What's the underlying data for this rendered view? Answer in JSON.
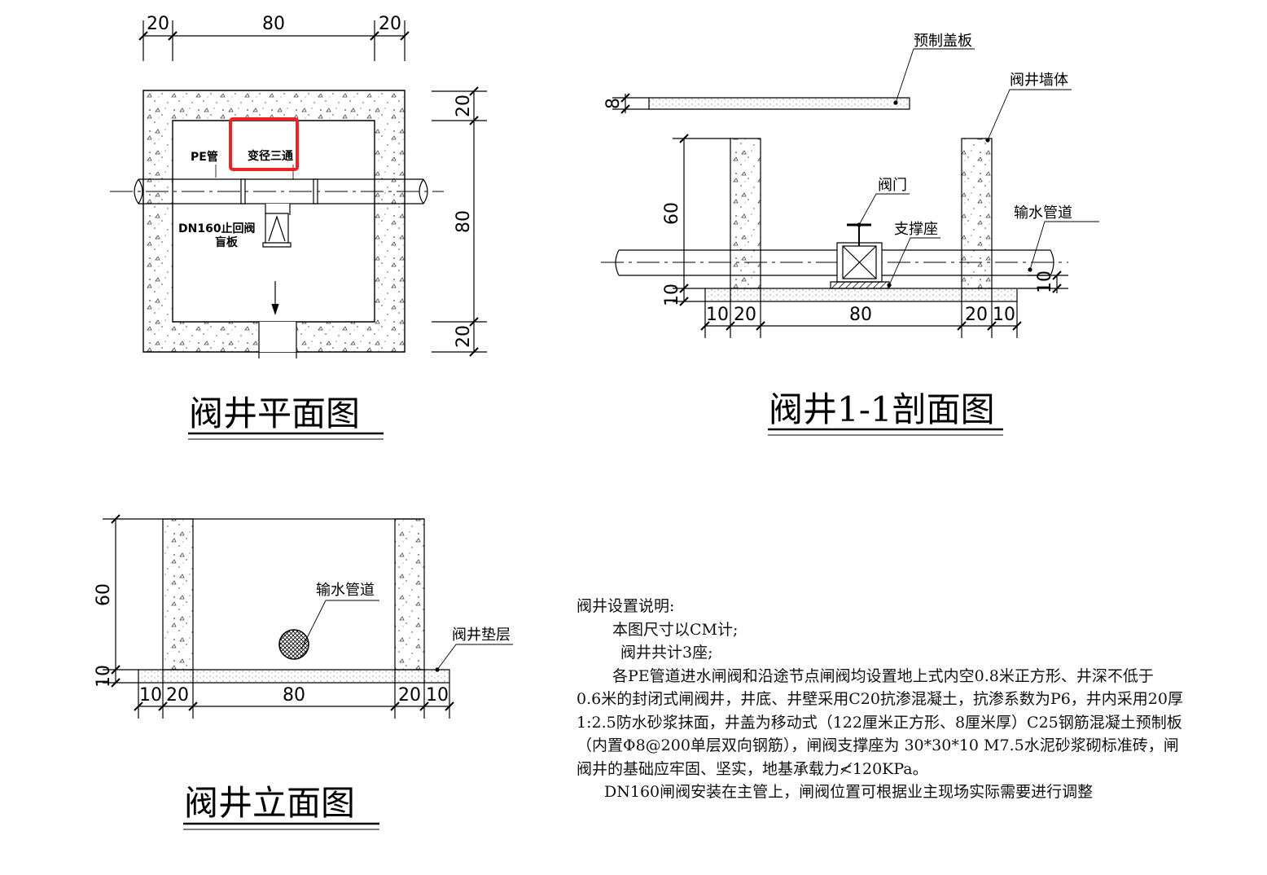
{
  "plan": {
    "title": "阀井平面图",
    "dim_top": [
      "20",
      "80",
      "20"
    ],
    "dim_right": [
      "20",
      "80",
      "20"
    ],
    "label_pe": "PE管",
    "label_tee": "变径三通",
    "label_valve_1": "DN160止回阀",
    "label_valve_2": "盲板"
  },
  "section": {
    "title": "阀井1-1剖面图",
    "label_cover": "预制盖板",
    "label_wall": "阀井墙体",
    "label_valve": "阀门",
    "label_pipe": "输水管道",
    "label_support": "支撑座",
    "dim_cover": "8",
    "dim_left": [
      "60",
      "10"
    ],
    "dim_right": "10",
    "dim_bottom": [
      "10",
      "20",
      "80",
      "20",
      "10"
    ]
  },
  "elevation": {
    "title": "阀井立面图",
    "label_pipe": "输水管道",
    "label_base": "阀井垫层",
    "dim_left": [
      "60",
      "10"
    ],
    "dim_bottom": [
      "10",
      "20",
      "80",
      "20",
      "10"
    ]
  },
  "notes": {
    "heading": "阀井设置说明:",
    "lines": [
      "本图尺寸以CM计;",
      "阀井共计3座;",
      "各PE管道进水闸阀和沿途节点闸阀均设置地上式内空0.8米正方形、井深不低于",
      "0.6米的封闭式闸阀井，井底、井壁采用C20抗渗混凝土，抗渗系数为P6，井内采用20厚",
      "1:2.5防水砂浆抹面，井盖为移动式（122厘米正方形、8厘米厚）C25钢筋混凝土预制板",
      "（内置Φ8@200单层双向钢筋），闸阀支撑座为 30*30*10 M7.5水泥砂浆砌标准砖，闸",
      "阀井的基础应牢固、坚实，地基承载力≮120KPa。",
      "DN160闸阀安装在主管上，闸阀位置可根据业主现场实际需要进行调整"
    ]
  },
  "colors": {
    "line": "#000000",
    "highlight": "#ee2222"
  }
}
